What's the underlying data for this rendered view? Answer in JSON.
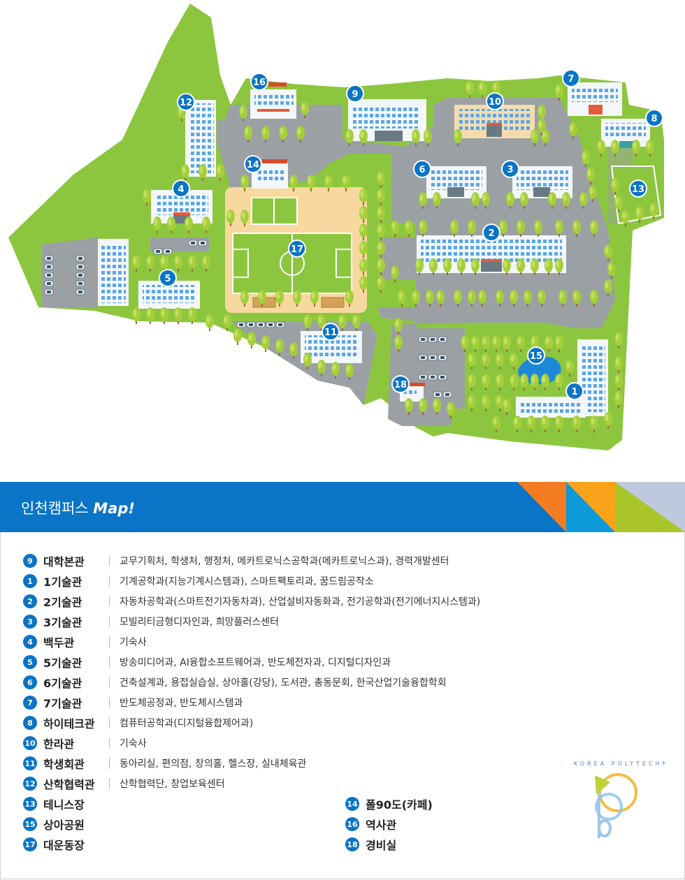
{
  "header": {
    "title_kr": "인천캠퍼스",
    "title_en": "Map!"
  },
  "colors": {
    "accent": "#0a74c6",
    "grass": "#8cc63f",
    "road": "#9a9a9a",
    "field": "#f7d9a0"
  },
  "map_markers": [
    {
      "num": "1"
    },
    {
      "num": "2"
    },
    {
      "num": "3"
    },
    {
      "num": "4"
    },
    {
      "num": "5"
    },
    {
      "num": "6"
    },
    {
      "num": "7"
    },
    {
      "num": "8"
    },
    {
      "num": "9"
    },
    {
      "num": "10"
    },
    {
      "num": "11"
    },
    {
      "num": "12"
    },
    {
      "num": "13"
    },
    {
      "num": "14"
    },
    {
      "num": "15"
    },
    {
      "num": "16"
    },
    {
      "num": "17"
    },
    {
      "num": "18"
    }
  ],
  "legend": [
    {
      "num": "9",
      "name": "대학본관",
      "desc": "교무기획처, 학생처, 행정처, 메카트로닉스공학과(메카트로닉스과), 경력개발센터"
    },
    {
      "num": "1",
      "name": "1기술관",
      "desc": "기계공학과(지능기계시스템과), 스마트팩토리과, 꿈드림공작소"
    },
    {
      "num": "2",
      "name": "2기술관",
      "desc": "자동차공학과(스마트전기자동차과), 산업설비자동화과, 전기공학과(전기에너지시스템과)"
    },
    {
      "num": "3",
      "name": "3기술관",
      "desc": "모빌리티금형디자인과, 희망플러스센터"
    },
    {
      "num": "4",
      "name": "백두관",
      "desc": "기숙사"
    },
    {
      "num": "5",
      "name": "5기술관",
      "desc": "방송미디어과, AI융합소프트웨어과, 반도체전자과, 디지털디자인과"
    },
    {
      "num": "6",
      "name": "6기술관",
      "desc": "건축설계과, 용접실습실, 상아홀(강당), 도서관, 총동문회, 한국산업기술융합학회"
    },
    {
      "num": "7",
      "name": "7기술관",
      "desc": "반도체공정과, 반도체시스템과"
    },
    {
      "num": "8",
      "name": "하이테크관",
      "desc": "컴퓨터공학과(디지털융합제어과)"
    },
    {
      "num": "10",
      "name": "한라관",
      "desc": "기숙사"
    },
    {
      "num": "11",
      "name": "학생회관",
      "desc": "동아리실, 편의점, 창의홀, 헬스장, 실내체육관"
    },
    {
      "num": "12",
      "name": "산학협력관",
      "desc": "산학협력단, 창업보육센터"
    }
  ],
  "legend_extra_left": [
    {
      "num": "13",
      "name": "테니스장"
    },
    {
      "num": "15",
      "name": "상아공원"
    },
    {
      "num": "17",
      "name": "대운동장"
    }
  ],
  "legend_extra_right": [
    {
      "num": "14",
      "name": "폴90도(카페)"
    },
    {
      "num": "16",
      "name": "역사관"
    },
    {
      "num": "18",
      "name": "경비실"
    }
  ],
  "logo": {
    "text": "KOREA POLYTECHNICS"
  }
}
